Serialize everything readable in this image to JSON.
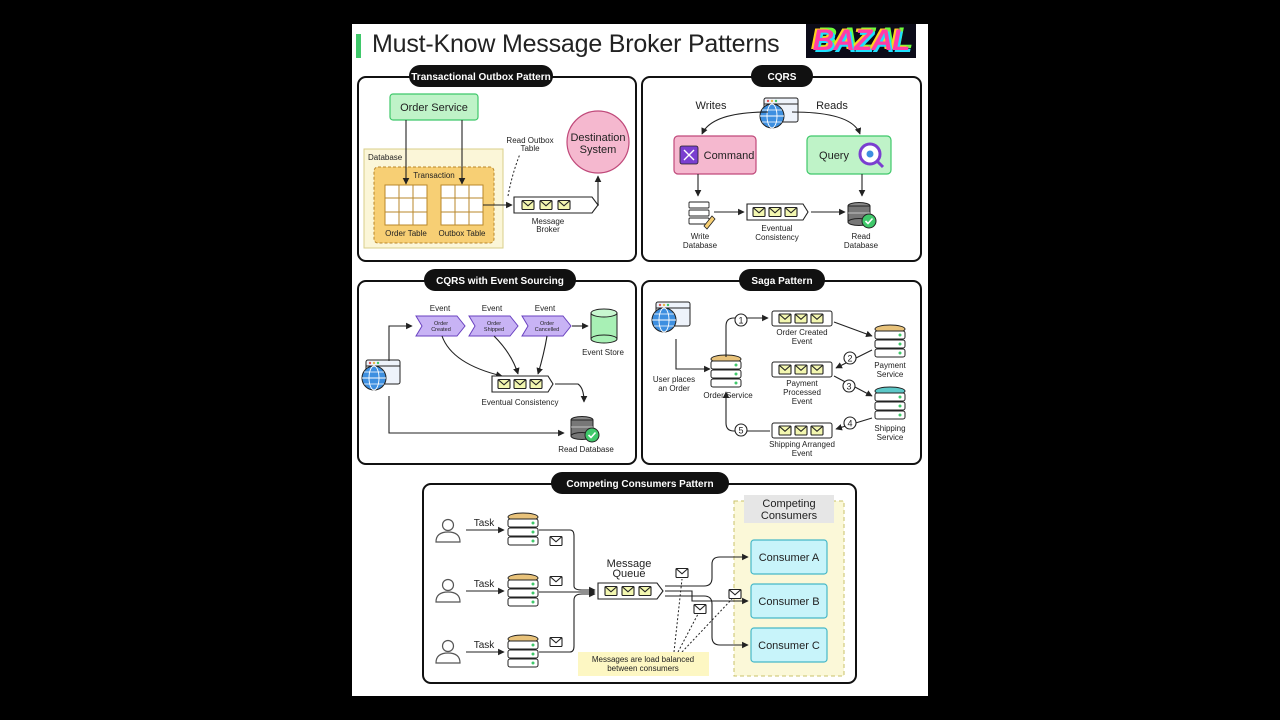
{
  "title": "Must-Know Message Broker Patterns",
  "logo_text": "BAZAL",
  "panels": {
    "outbox": {
      "title": "Transactional Outbox Pattern",
      "order_service": "Order Service",
      "database": "Database",
      "transaction": "Transaction",
      "order_table": "Order Table",
      "outbox_table": "Outbox Table",
      "read_outbox_1": "Read Outbox",
      "read_outbox_2": "Table",
      "destination_1": "Destination",
      "destination_2": "System",
      "broker_1": "Message",
      "broker_2": "Broker"
    },
    "cqrs": {
      "title": "CQRS",
      "writes": "Writes",
      "reads": "Reads",
      "command": "Command",
      "query": "Query",
      "write_db_1": "Write",
      "write_db_2": "Database",
      "eventual_1": "Eventual",
      "eventual_2": "Consistency",
      "read_db_1": "Read",
      "read_db_2": "Database"
    },
    "es": {
      "title": "CQRS with Event Sourcing",
      "events": [
        {
          "label": "Event",
          "line1": "Order",
          "line2": "Created"
        },
        {
          "label": "Event",
          "line1": "Order",
          "line2": "Shipped"
        },
        {
          "label": "Event",
          "line1": "Order",
          "line2": "Cancelled"
        }
      ],
      "event_store": "Event Store",
      "eventual": "Eventual Consistency",
      "read_db": "Read Database"
    },
    "saga": {
      "title": "Saga Pattern",
      "user_1": "User places",
      "user_2": "an Order",
      "order_service": "Order Service",
      "steps": [
        "1",
        "2",
        "3",
        "4",
        "5"
      ],
      "ev_created_1": "Order Created",
      "ev_created_2": "Event",
      "ev_payment_1": "Payment",
      "ev_payment_2": "Processed",
      "ev_payment_3": "Event",
      "ev_shipping_1": "Shipping Arranged",
      "ev_shipping_2": "Event",
      "payment_1": "Payment",
      "payment_2": "Service",
      "shipping_1": "Shipping",
      "shipping_2": "Service"
    },
    "consumers": {
      "title": "Competing Consumers Pattern",
      "task": "Task",
      "queue_1": "Message",
      "queue_2": "Queue",
      "header_1": "Competing",
      "header_2": "Consumers",
      "consumer_a": "Consumer A",
      "consumer_b": "Consumer B",
      "consumer_c": "Consumer C",
      "note_1": "Messages are load balanced",
      "note_2": "between consumers"
    }
  },
  "colors": {
    "accent": "#3fc86a",
    "green_box": "#bff3c8",
    "pink": "#f5b8cf",
    "database_yellow": "#fbf6d8",
    "transaction_orange": "#f7cf74",
    "event_purple": "#c8b3f5",
    "store_green": "#a8f0b5",
    "consumer_cyan": "#c8f4fa",
    "note_yellow": "#fdf7c3"
  }
}
